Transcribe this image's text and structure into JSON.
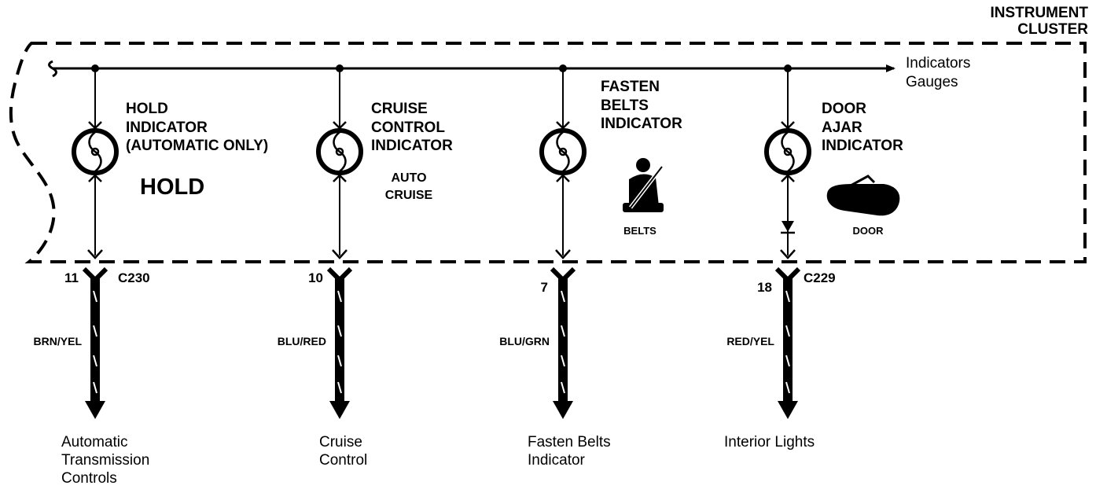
{
  "cluster": {
    "title_line1": "INSTRUMENT",
    "title_line2": "CLUSTER",
    "bus_output_line1": "Indicators",
    "bus_output_line2": "Gauges"
  },
  "indicators": [
    {
      "label_lines": [
        "HOLD",
        "INDICATOR",
        "(AUTOMATIC ONLY)"
      ],
      "symbol_text_lines": [
        "HOLD"
      ],
      "connector_pin": "11",
      "connector_id": "C230",
      "wire_color": "BRN/YEL",
      "destination_lines": [
        "Automatic",
        "Transmission",
        "Controls"
      ]
    },
    {
      "label_lines": [
        "CRUISE",
        "CONTROL",
        "INDICATOR"
      ],
      "symbol_text_lines": [
        "AUTO",
        "CRUISE"
      ],
      "connector_pin": "10",
      "connector_id": "",
      "wire_color": "BLU/RED",
      "destination_lines": [
        "Cruise",
        "Control"
      ]
    },
    {
      "label_lines": [
        "FASTEN",
        "BELTS",
        "INDICATOR"
      ],
      "symbol_text_lines": [
        "BELTS"
      ],
      "symbol_icon": "seatbelt-person-icon",
      "connector_pin": "7",
      "connector_id": "",
      "wire_color": "BLU/GRN",
      "destination_lines": [
        "Fasten Belts",
        "Indicator"
      ]
    },
    {
      "label_lines": [
        "DOOR",
        "AJAR",
        "INDICATOR"
      ],
      "symbol_text_lines": [
        "DOOR"
      ],
      "symbol_icon": "open-door-icon",
      "connector_pin": "18",
      "connector_id": "C229",
      "wire_color": "RED/YEL",
      "destination_lines": [
        "Interior Lights"
      ]
    }
  ]
}
